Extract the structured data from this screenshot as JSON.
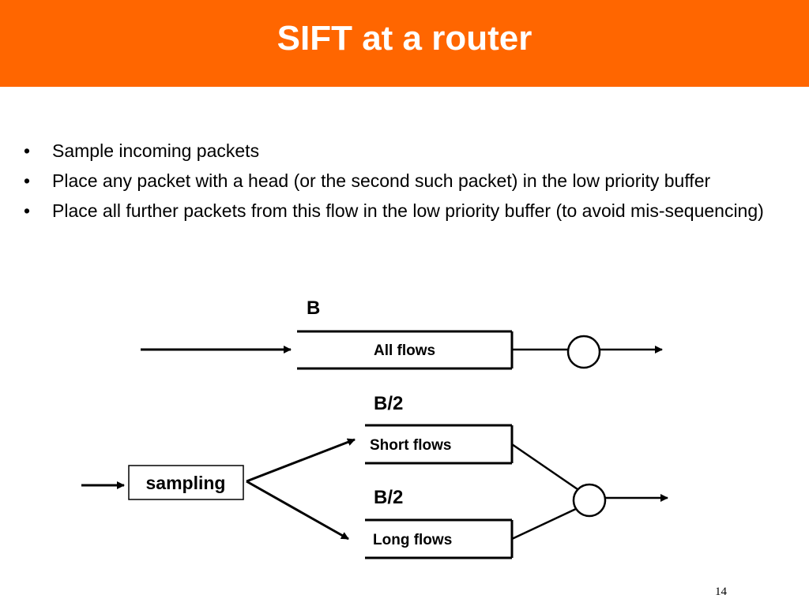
{
  "slide": {
    "title": "SIFT at a router",
    "page_number": "14",
    "accent_color": "#ff6600"
  },
  "bullets": [
    "Sample incoming packets",
    "Place any packet with a head (or the second such packet) in the low priority buffer",
    "Place all further packets from this flow in the low priority buffer (to avoid mis-sequencing)"
  ],
  "diagram": {
    "top_buffer": {
      "size_label": "B",
      "queue_label": "All flows"
    },
    "sampler_label": "sampling",
    "short_buffer": {
      "size_label": "B/2",
      "queue_label": "Short flows"
    },
    "long_buffer": {
      "size_label": "B/2",
      "queue_label": "Long flows"
    }
  }
}
